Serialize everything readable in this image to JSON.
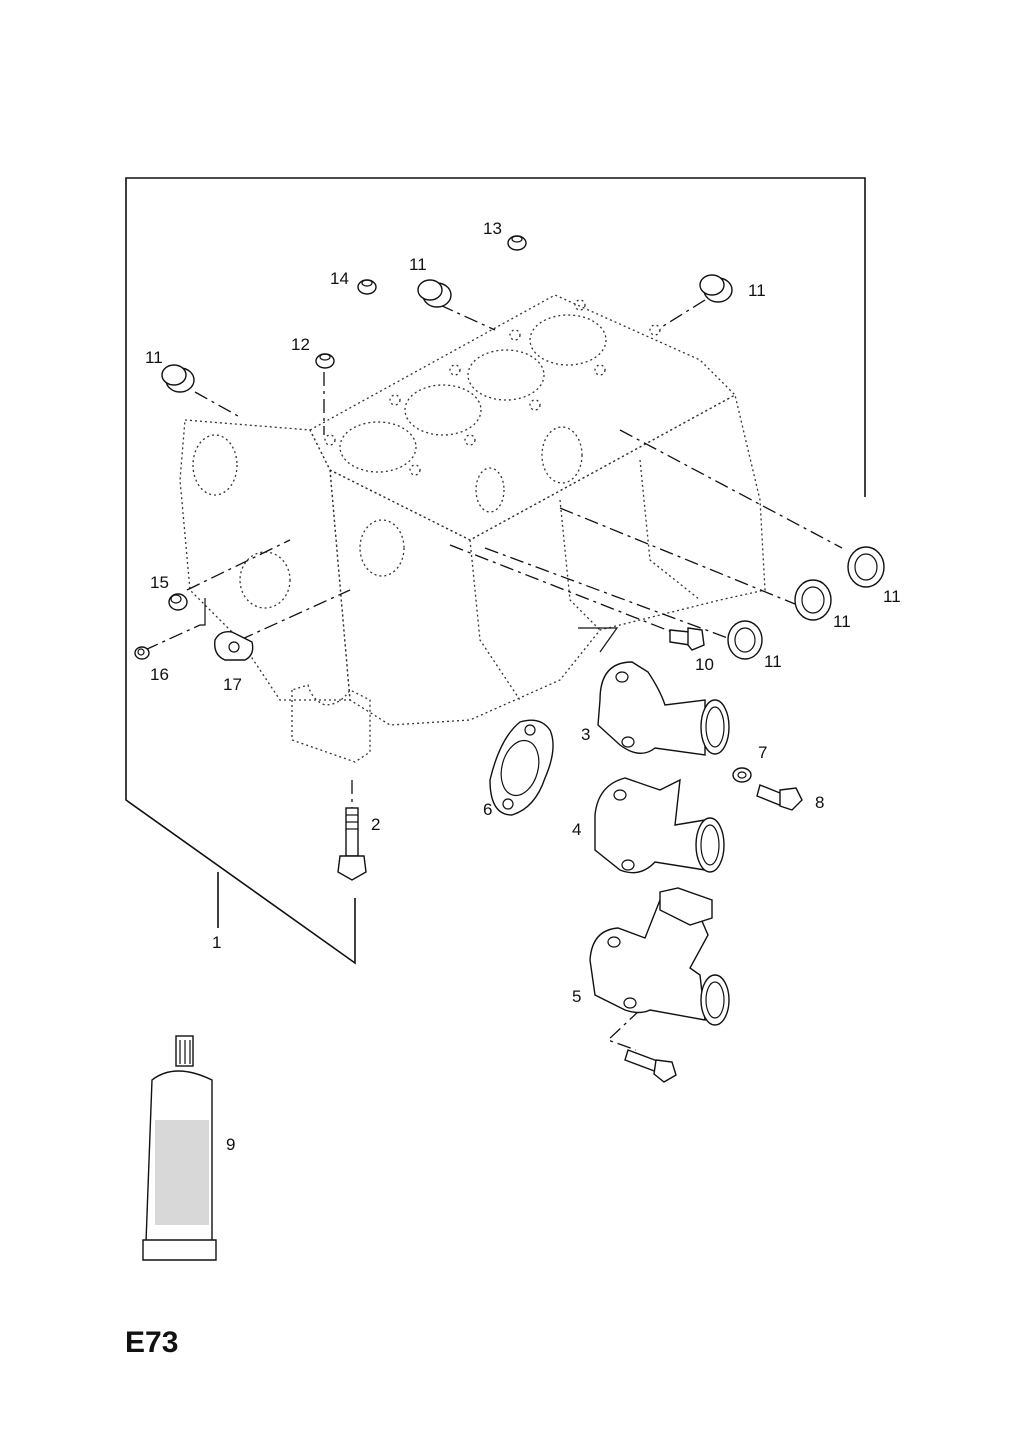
{
  "diagram_code": "E73",
  "callouts": {
    "c1": "1",
    "c2": "2",
    "c3": "3",
    "c4": "4",
    "c5": "5",
    "c6": "6",
    "c7": "7",
    "c8": "8",
    "c9": "9",
    "c10": "10",
    "c11a": "11",
    "c11b": "11",
    "c11c": "11",
    "c11d": "11",
    "c11e": "11",
    "c11f": "11",
    "c12": "12",
    "c13": "13",
    "c14": "14",
    "c15": "15",
    "c16": "16",
    "c17": "17"
  }
}
